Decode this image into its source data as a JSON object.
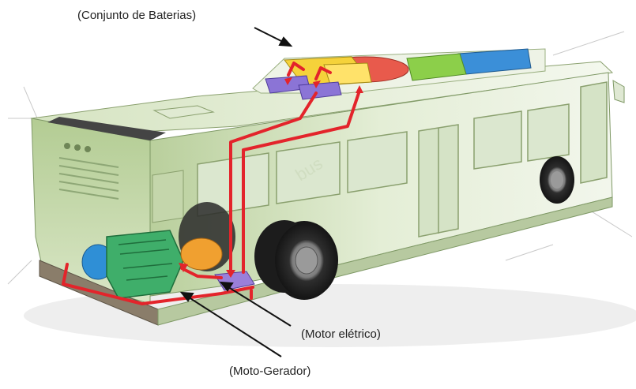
{
  "labels": {
    "battery_pack": "(Conjunto de Baterias)",
    "electric_motor": "(Motor elétrico)",
    "motor_generator": "(Moto-Gerador)"
  },
  "colors": {
    "bus_body": "#cfe0b4",
    "bus_body_dark": "#9fb685",
    "window_glass": "#dfe9d6",
    "power_flow": "#e3242b",
    "battery_yellow": "#f5d23a",
    "battery_red": "#e85a4c",
    "battery_green": "#8ccf4a",
    "battery_blue": "#3b8fd8",
    "motor_purple": "#9a7fd9",
    "generator_green": "#3fae6a",
    "generator_blue": "#2f8fd6",
    "tank_orange": "#f0a030",
    "tire": "#2c2c2c"
  }
}
